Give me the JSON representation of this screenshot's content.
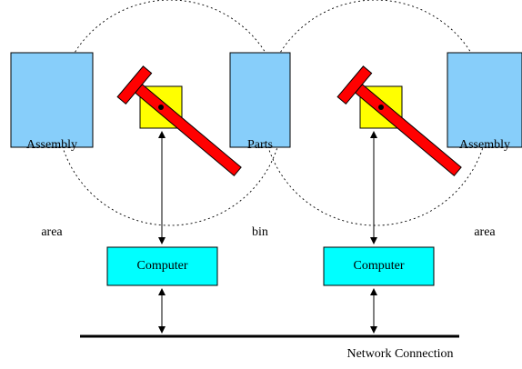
{
  "diagram": {
    "assembly_area_left": {
      "line1": "Assembly",
      "line2": "area"
    },
    "parts_bin": {
      "line1": "Parts",
      "line2": "bin"
    },
    "assembly_area_right": {
      "line1": "Assembly",
      "line2": "area"
    },
    "computer_left": "Computer",
    "computer_right": "Computer",
    "network_label": "Network Connection"
  },
  "colors": {
    "area_fill": "#87CEFA",
    "computer_fill": "#00FFFF",
    "robot_arm": "#FF0000",
    "robot_base": "#FFFF00",
    "network_line": "#000000"
  }
}
